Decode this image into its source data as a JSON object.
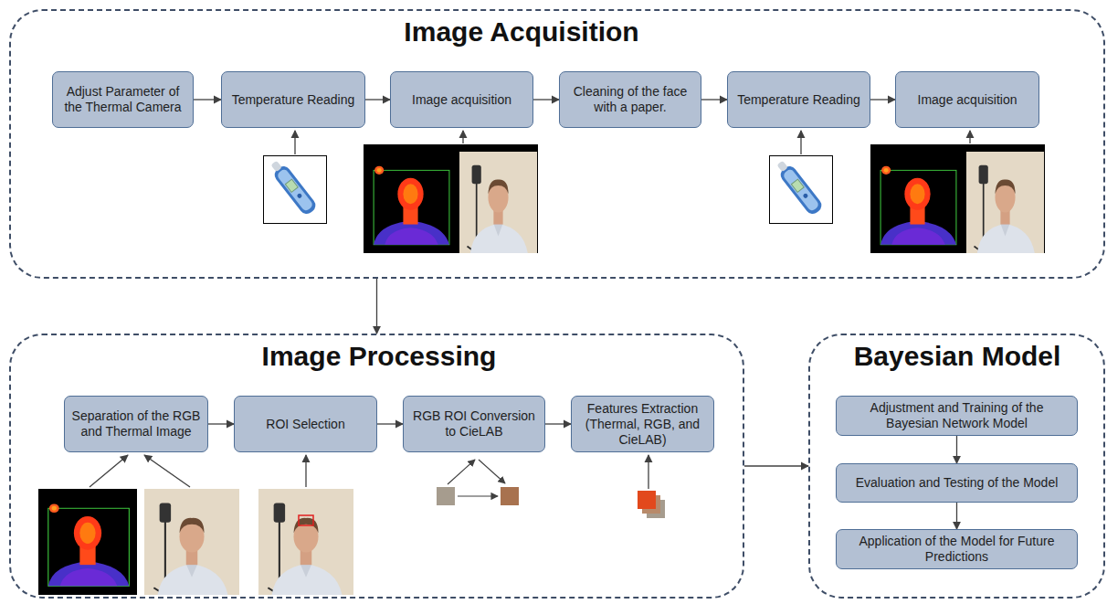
{
  "diagram": {
    "nodes": [
      {
        "text": [
          "Image Acquisition"
        ]
      },
      {
        "text": [
          "Adjust Parameter of the Thermal Camera"
        ],
        "in": 0
      },
      {
        "text": [
          "Temperature Reading"
        ],
        "in": 0
      },
      {
        "text": [
          "Image acquisition"
        ],
        "in": 0
      },
      {
        "text": [
          "Cleaning of the face with a paper."
        ],
        "in": 0
      },
      {
        "text": [
          "Temperature Reading"
        ],
        "in": 0
      },
      {
        "text": [
          "Image acquisition"
        ],
        "in": 0
      },
      {
        "text": [
          "Image Processing"
        ]
      },
      {
        "text": [
          "Separation of the RGB and Thermal Image"
        ],
        "in": 7
      },
      {
        "text": [
          "ROI Selection"
        ],
        "in": 7
      },
      {
        "text": [
          "RGB ROI Conversion to CieLAB"
        ],
        "in": 7
      },
      {
        "text": [
          "Features Extraction (Thermal, RGB, and CieLAB)"
        ],
        "in": 7
      },
      {
        "text": [
          "Bayesian Model"
        ]
      },
      {
        "text": [
          "Adjustment and Training of the Bayesian Network Model"
        ],
        "in": 12
      },
      {
        "text": [
          "Evaluation and Testing of the Model"
        ],
        "in": 12
      },
      {
        "text": [
          "Application of the Model for Future Predictions"
        ],
        "in": 12
      }
    ],
    "edges": [
      {
        "from": 1,
        "to": 2,
        "arrow": "to"
      },
      {
        "from": 2,
        "to": 3,
        "arrow": "to"
      },
      {
        "from": 3,
        "to": 4,
        "arrow": "to"
      },
      {
        "from": 4,
        "to": 5,
        "arrow": "to"
      },
      {
        "from": 5,
        "to": 6,
        "arrow": "to"
      },
      {
        "from": 0,
        "to": 7,
        "arrow": "to"
      },
      {
        "from": 8,
        "to": 9,
        "arrow": "to"
      },
      {
        "from": 9,
        "to": 10,
        "arrow": "to"
      },
      {
        "from": 10,
        "to": 11,
        "arrow": "to"
      },
      {
        "from": 7,
        "to": 12,
        "arrow": "to"
      },
      {
        "from": 13,
        "to": 14,
        "arrow": "to"
      },
      {
        "from": 14,
        "to": 15,
        "arrow": "to"
      }
    ]
  }
}
